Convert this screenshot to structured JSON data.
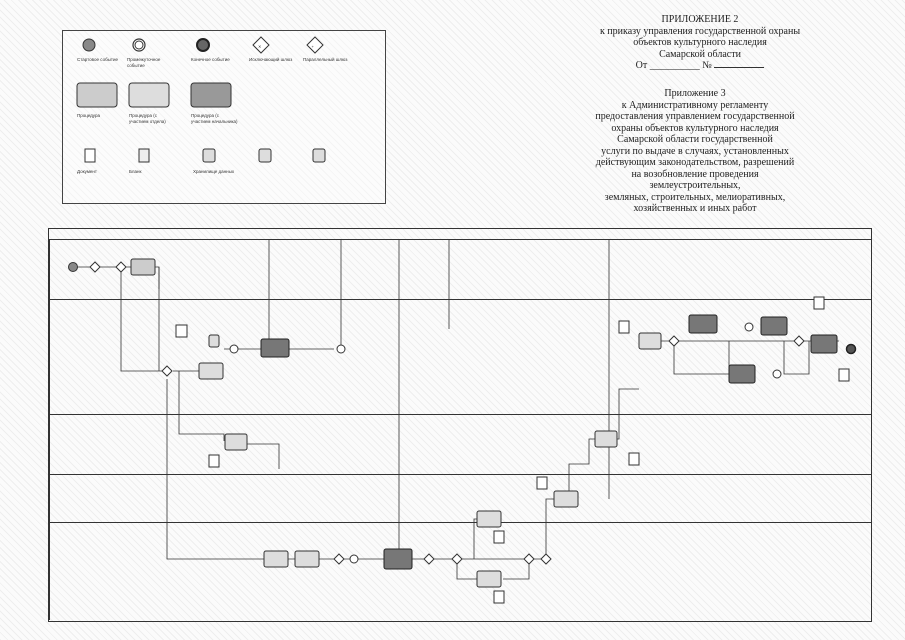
{
  "appendix2": {
    "title": "ПРИЛОЖЕНИЕ 2",
    "line1": "к приказу управления государственной охраны",
    "line2": "объектов культурного наследия",
    "line3": "Самарской области",
    "date_prefix": "От",
    "date_value": "__________",
    "number_prefix": "№"
  },
  "appendix3": {
    "title": "Приложение 3",
    "lines": [
      "к Административному регламенту",
      "предоставления управлением государственной",
      "охраны объектов культурного наследия",
      "Самарской области государственной",
      "услуги по выдаче в случаях, установленных",
      "действующим законодательством, разрешений",
      "на возобновление проведения",
      "землеустроительных,",
      "земляных, строительных, мелиоративных,",
      "хозяйственных и иных работ"
    ]
  },
  "legend": {
    "items": [
      "Стартовое событие",
      "Промежуточное событие",
      "Конечное событие",
      "Исключающий шлюз",
      "Параллельный шлюз",
      "Процедура",
      "Процедура (с участием отдела)",
      "Процедура (с участием начальника)",
      "Документ",
      "Бланк",
      "Хранилище данных"
    ]
  },
  "diagram": {
    "pool_title": "",
    "lanes": [
      "",
      "",
      "",
      "",
      ""
    ]
  },
  "colors": {
    "ink": "#222222",
    "task_fill": "#cfcfcf",
    "task_dark": "#7a7a7a"
  }
}
